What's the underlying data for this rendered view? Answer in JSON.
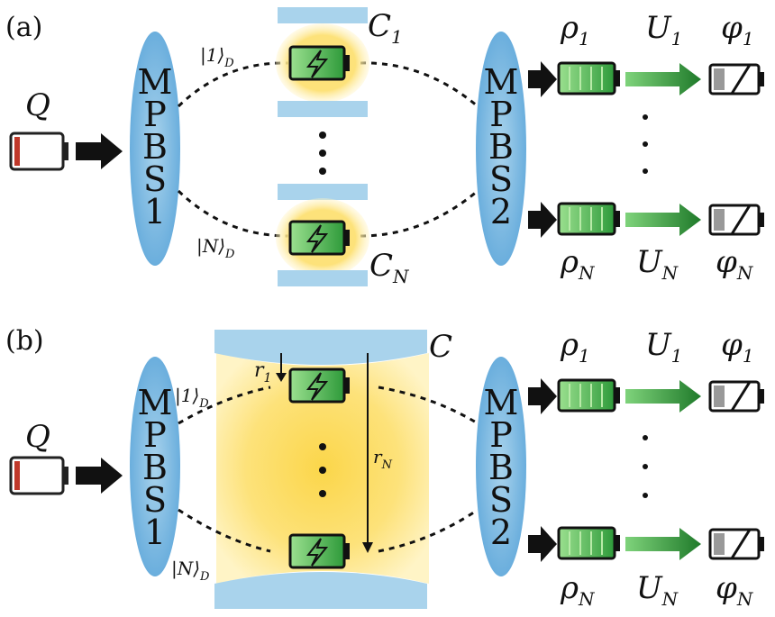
{
  "panels": [
    {
      "tag": "(a)",
      "source": "Q",
      "splitter_in": [
        "M",
        "P",
        "B",
        "S",
        "1"
      ],
      "splitter_out": [
        "M",
        "P",
        "B",
        "S",
        "2"
      ],
      "ket_top": "|1⟩",
      "ket_top_sub": "D",
      "ket_bottom": "|N⟩",
      "ket_bottom_sub": "D",
      "cavity_top": "C",
      "cavity_top_sub": "1",
      "cavity_bottom": "C",
      "cavity_bottom_sub": "N",
      "out_top": {
        "rho": "ρ",
        "rho_sub": "1",
        "u": "U",
        "u_sub": "1",
        "phi": "φ",
        "phi_sub": "1"
      },
      "out_bottom": {
        "rho": "ρ",
        "rho_sub": "N",
        "u": "U",
        "u_sub": "N",
        "phi": "φ",
        "phi_sub": "N"
      }
    },
    {
      "tag": "(b)",
      "source": "Q",
      "splitter_in": [
        "M",
        "P",
        "B",
        "S",
        "1"
      ],
      "splitter_out": [
        "M",
        "P",
        "B",
        "S",
        "2"
      ],
      "ket_top": "|1⟩",
      "ket_top_sub": "D",
      "ket_bottom": "|N⟩",
      "ket_bottom_sub": "D",
      "cavity": "C",
      "r1": "r",
      "r1_sub": "1",
      "rN": "r",
      "rN_sub": "N",
      "out_top": {
        "rho": "ρ",
        "rho_sub": "1",
        "u": "U",
        "u_sub": "1",
        "phi": "φ",
        "phi_sub": "1"
      },
      "out_bottom": {
        "rho": "ρ",
        "rho_sub": "N",
        "u": "U",
        "u_sub": "N",
        "phi": "φ",
        "phi_sub": "N"
      }
    }
  ],
  "colors": {
    "splitter": "#7db8e3",
    "cavity_wall": "#a9d3ec",
    "field": "#fde27a",
    "battery_green": "#3cb54a",
    "arrow_green": "#2e9a3a",
    "arrow_black": "#111111",
    "empty_red": "#c0392b"
  }
}
